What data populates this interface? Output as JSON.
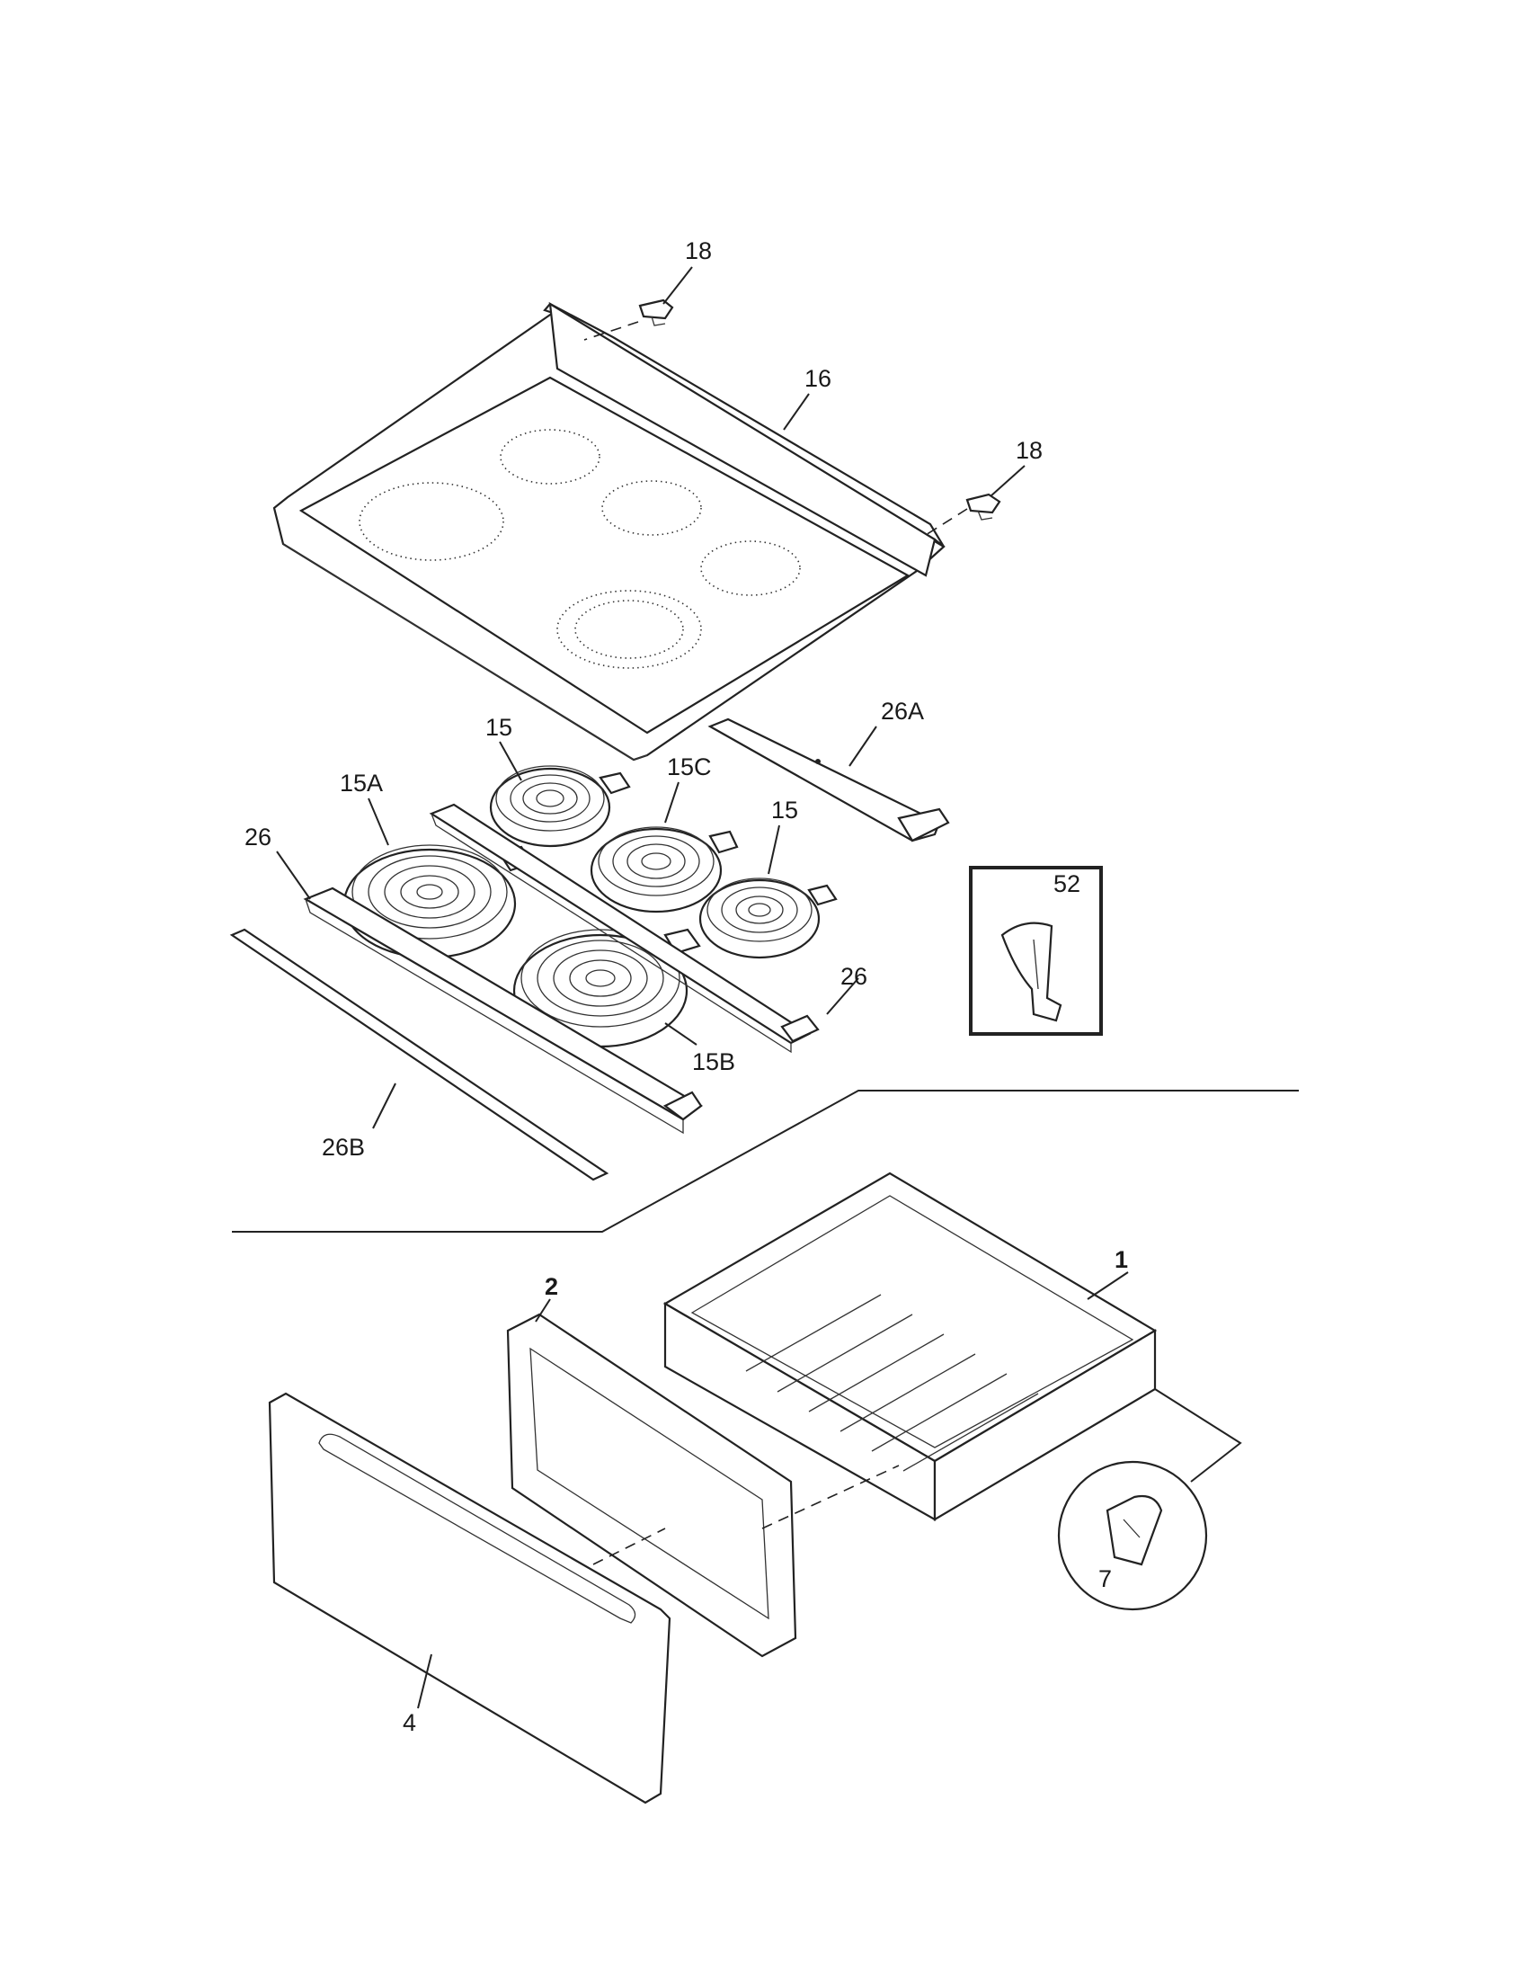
{
  "labels": {
    "p18a": "18",
    "p16": "16",
    "p18b": "18",
    "p26A": "26A",
    "p15a": "15",
    "p15A": "15A",
    "p15C": "15C",
    "p15b": "15",
    "p26a": "26",
    "p52": "52",
    "p26b": "26",
    "p15B": "15B",
    "p26B": "26B",
    "p1": "1",
    "p2": "2",
    "p7": "7",
    "p4": "4"
  },
  "colors": {
    "line": "#222222",
    "background": "#ffffff"
  }
}
